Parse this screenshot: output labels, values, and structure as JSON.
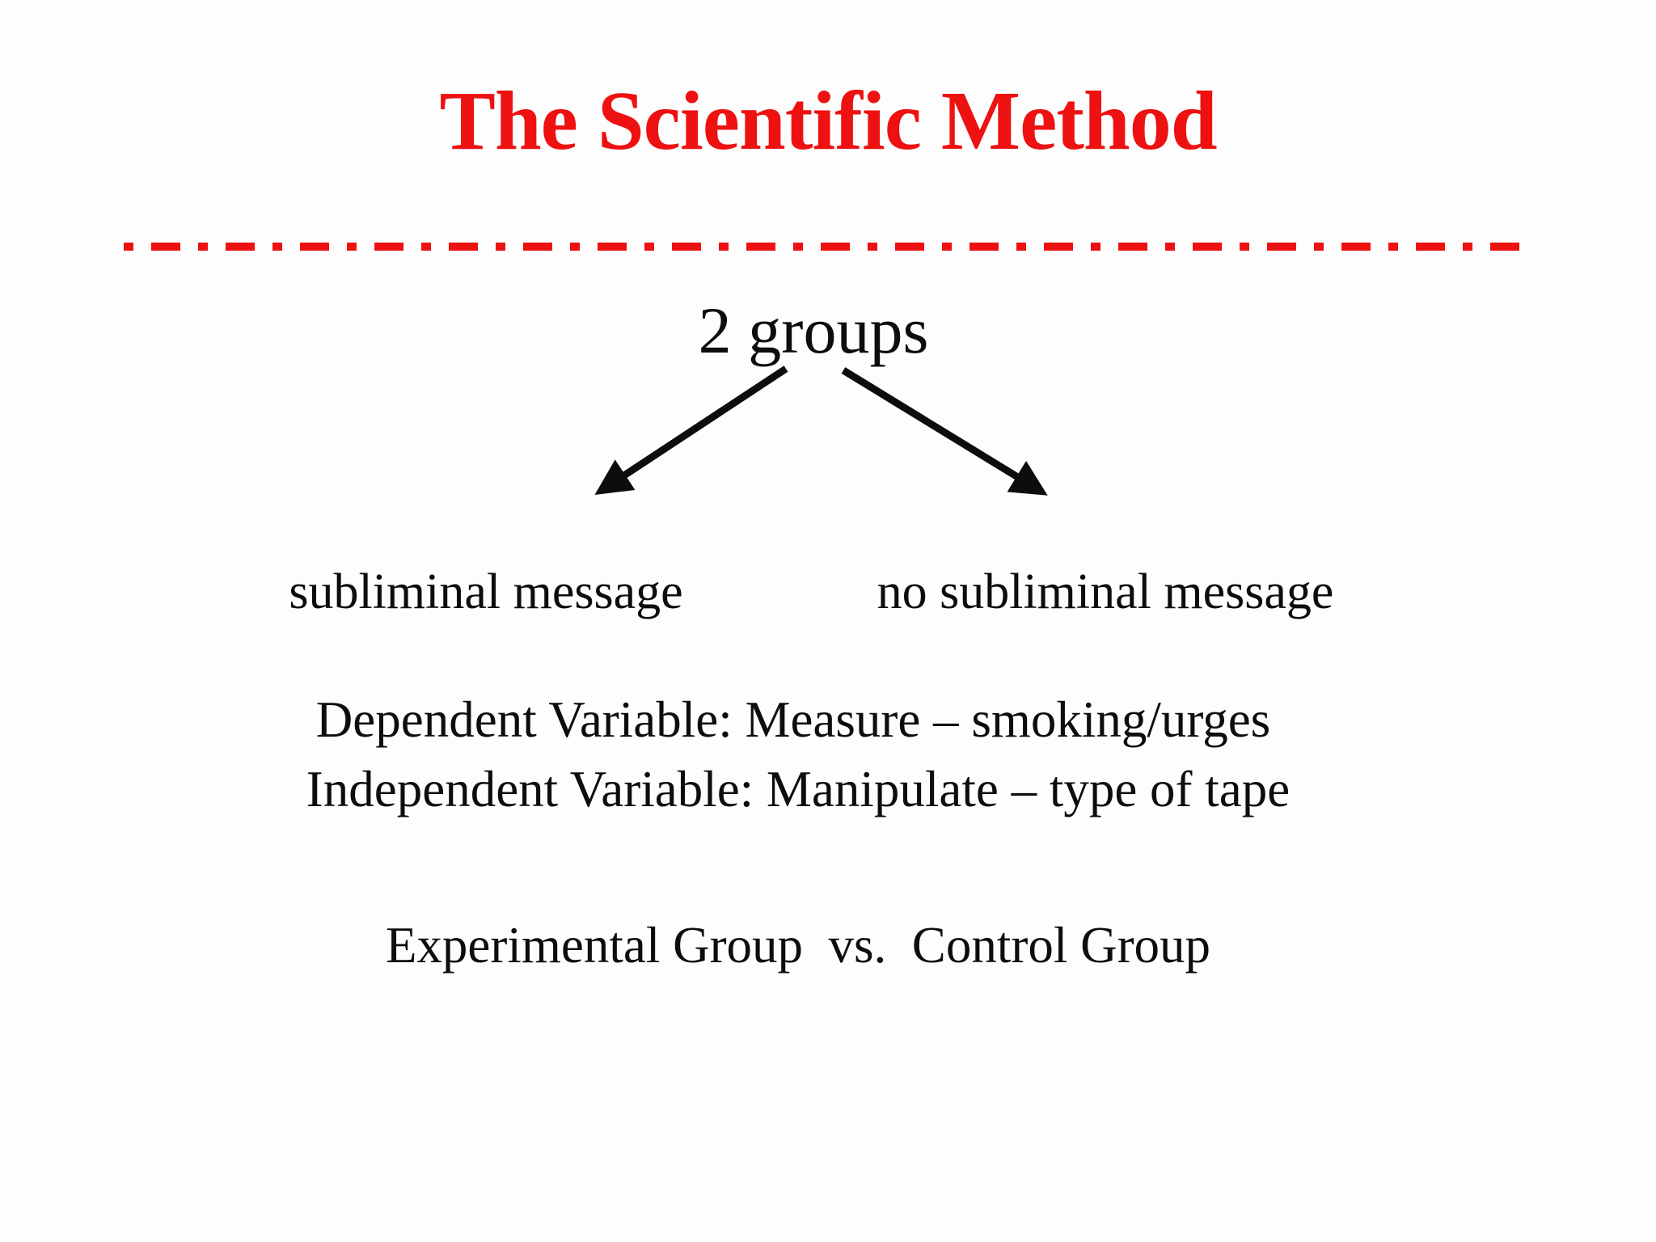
{
  "slide": {
    "colors": {
      "accent_red": "#ee1111",
      "text": "#0d0d0d",
      "background": "#fdfdfd"
    },
    "title": "The Scientific Method",
    "groups_label": "2 groups",
    "branches": {
      "left": "subliminal message",
      "right": "no subliminal message"
    },
    "variables": {
      "dependent": "Dependent Variable: Measure – smoking/urges",
      "independent": "Independent Variable: Manipulate – type of tape"
    },
    "comparison": "Experimental Group  vs.  Control Group",
    "icons": {
      "left_arrow": "down-left-arrow-icon",
      "right_arrow": "down-right-arrow-icon"
    }
  }
}
